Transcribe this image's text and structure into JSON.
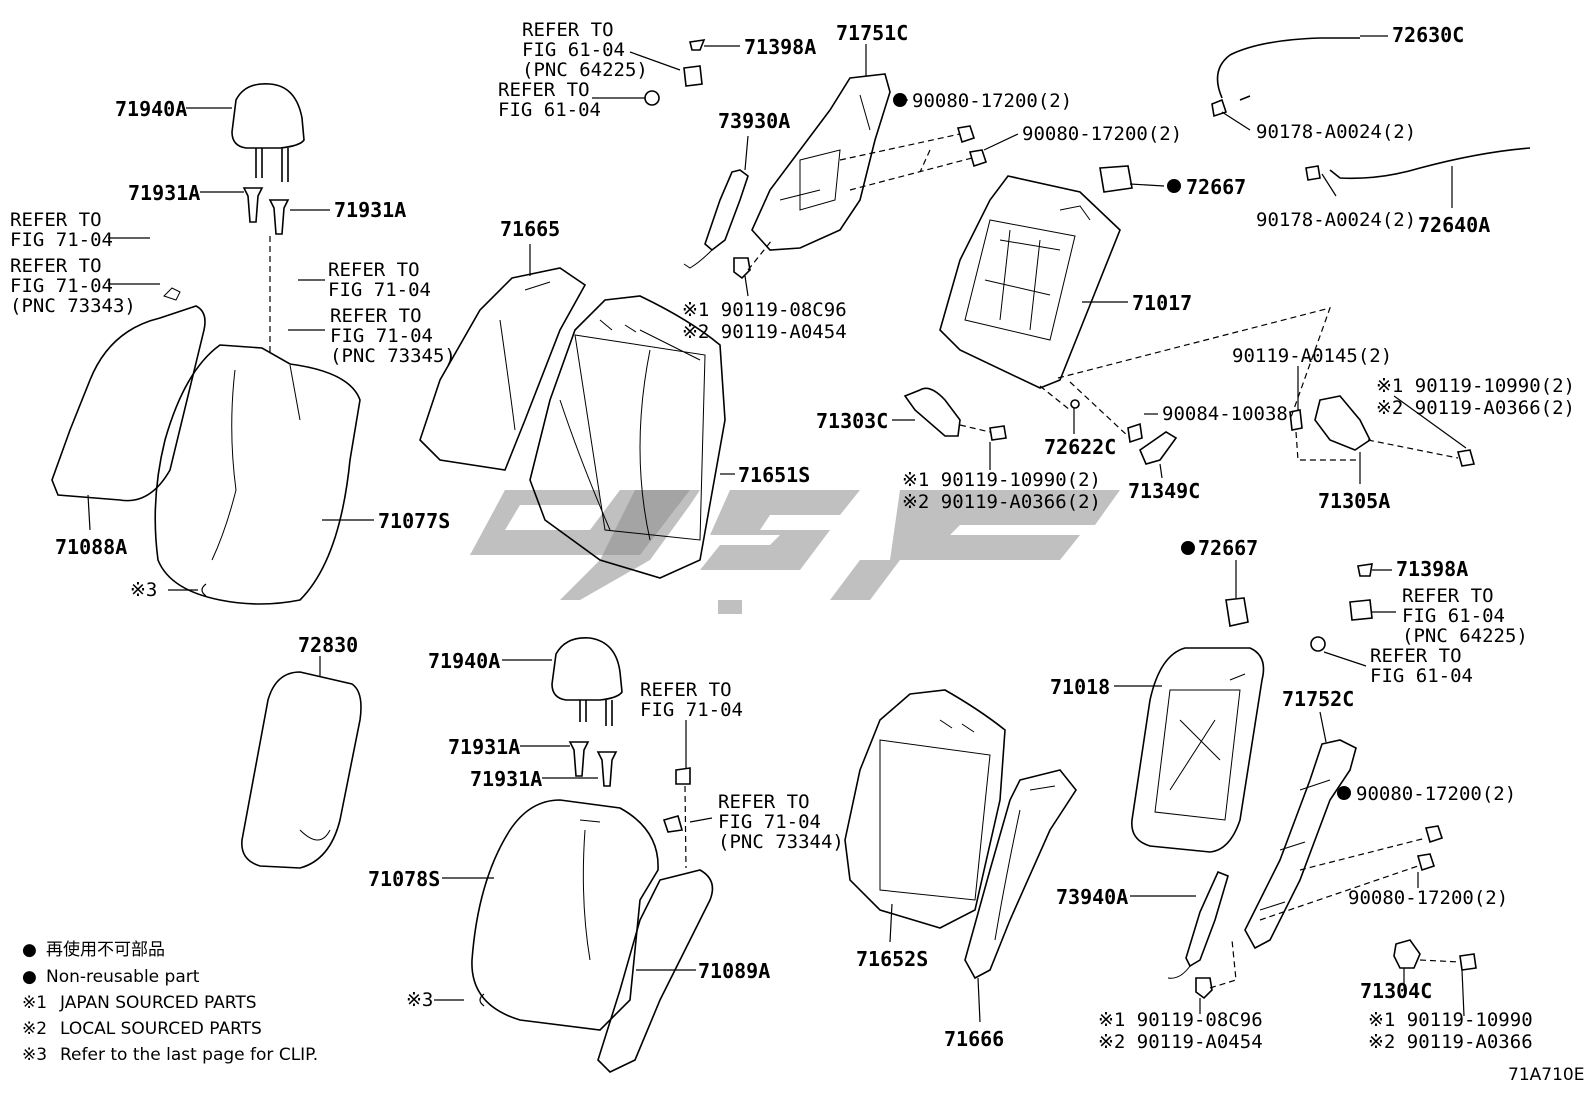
{
  "diagram_code": "71A710E",
  "legend": {
    "items": [
      {
        "mark": "●",
        "text": "再使用不可部品"
      },
      {
        "mark": "●",
        "text": "Non-reusable part"
      },
      {
        "mark": "※1",
        "text": "JAPAN SOURCED PARTS"
      },
      {
        "mark": "※2",
        "text": "LOCAL SOURCED PARTS"
      },
      {
        "mark": "※3",
        "text": "Refer to the last page for CLIP."
      }
    ]
  },
  "labels": [
    {
      "id": "l01",
      "lines": [
        "71940A"
      ]
    },
    {
      "id": "l02",
      "lines": [
        "71931A"
      ]
    },
    {
      "id": "l03",
      "lines": [
        "71931A"
      ]
    },
    {
      "id": "l04",
      "lines": [
        "REFER TO",
        "FIG 71-04"
      ]
    },
    {
      "id": "l05",
      "lines": [
        "REFER TO",
        "FIG 71-04",
        "(PNC 73343)"
      ]
    },
    {
      "id": "l06",
      "lines": [
        "REFER TO",
        "FIG 71-04"
      ]
    },
    {
      "id": "l07",
      "lines": [
        "REFER TO",
        "FIG 71-04",
        "(PNC 73345)"
      ]
    },
    {
      "id": "l08",
      "lines": [
        "71088A"
      ]
    },
    {
      "id": "l09",
      "lines": [
        "71077S"
      ]
    },
    {
      "id": "l10",
      "lines": [
        "※3"
      ]
    },
    {
      "id": "l11",
      "lines": [
        "REFER TO",
        "FIG 61-04",
        "(PNC 64225)"
      ]
    },
    {
      "id": "l12",
      "lines": [
        "REFER TO",
        "FIG 61-04"
      ]
    },
    {
      "id": "l13",
      "lines": [
        "71398A"
      ]
    },
    {
      "id": "l14",
      "lines": [
        "71751C"
      ]
    },
    {
      "id": "l15",
      "lines": [
        "73930A"
      ]
    },
    {
      "id": "l16",
      "lines": [
        "90080-17200(2)"
      ]
    },
    {
      "id": "l17",
      "lines": [
        "90080-17200(2)"
      ]
    },
    {
      "id": "l18",
      "lines": [
        "※1 90119-08C96",
        "※2 90119-A0454"
      ]
    },
    {
      "id": "l19",
      "lines": [
        "71665"
      ]
    },
    {
      "id": "l20",
      "lines": [
        "71651S"
      ]
    },
    {
      "id": "l21",
      "lines": [
        "72630C"
      ]
    },
    {
      "id": "l22",
      "lines": [
        "90178-A0024(2)"
      ]
    },
    {
      "id": "l23",
      "lines": [
        "72667"
      ]
    },
    {
      "id": "l24",
      "lines": [
        "90178-A0024(2)"
      ]
    },
    {
      "id": "l25",
      "lines": [
        "72640A"
      ]
    },
    {
      "id": "l26",
      "lines": [
        "71017"
      ]
    },
    {
      "id": "l27",
      "lines": [
        "90119-A0145(2)"
      ]
    },
    {
      "id": "l28",
      "lines": [
        "※1 90119-10990(2)",
        "※2 90119-A0366(2)"
      ]
    },
    {
      "id": "l29",
      "lines": [
        "71303C"
      ]
    },
    {
      "id": "l30",
      "lines": [
        "90084-10038"
      ]
    },
    {
      "id": "l31",
      "lines": [
        "72622C"
      ]
    },
    {
      "id": "l32",
      "lines": [
        "71349C"
      ]
    },
    {
      "id": "l33",
      "lines": [
        "71305A"
      ]
    },
    {
      "id": "l34",
      "lines": [
        "※1 90119-10990(2)",
        "※2 90119-A0366(2)"
      ]
    },
    {
      "id": "l35",
      "lines": [
        "72667"
      ]
    },
    {
      "id": "l36",
      "lines": [
        "71398A"
      ]
    },
    {
      "id": "l37",
      "lines": [
        "REFER TO",
        "FIG 61-04",
        "(PNC 64225)"
      ]
    },
    {
      "id": "l38",
      "lines": [
        "REFER TO",
        "FIG 61-04"
      ]
    },
    {
      "id": "l39",
      "lines": [
        "72830"
      ]
    },
    {
      "id": "l40",
      "lines": [
        "71940A"
      ]
    },
    {
      "id": "l41",
      "lines": [
        "71931A"
      ]
    },
    {
      "id": "l42",
      "lines": [
        "71931A"
      ]
    },
    {
      "id": "l43",
      "lines": [
        "REFER TO",
        "FIG 71-04"
      ]
    },
    {
      "id": "l44",
      "lines": [
        "REFER TO",
        "FIG 71-04",
        "(PNC 73344)"
      ]
    },
    {
      "id": "l45",
      "lines": [
        "71078S"
      ]
    },
    {
      "id": "l46",
      "lines": [
        "71089A"
      ]
    },
    {
      "id": "l47",
      "lines": [
        "※3"
      ]
    },
    {
      "id": "l48",
      "lines": [
        "71652S"
      ]
    },
    {
      "id": "l49",
      "lines": [
        "71666"
      ]
    },
    {
      "id": "l50",
      "lines": [
        "71018"
      ]
    },
    {
      "id": "l51",
      "lines": [
        "71752C"
      ]
    },
    {
      "id": "l52",
      "lines": [
        "90080-17200(2)"
      ]
    },
    {
      "id": "l53",
      "lines": [
        "90080-17200(2)"
      ]
    },
    {
      "id": "l54",
      "lines": [
        "73940A"
      ]
    },
    {
      "id": "l55",
      "lines": [
        "※1 90119-08C96",
        "※2 90119-A0454"
      ]
    },
    {
      "id": "l56",
      "lines": [
        "71304C"
      ]
    },
    {
      "id": "l57",
      "lines": [
        "※1 90119-10990",
        "※2 90119-A0366"
      ]
    }
  ]
}
